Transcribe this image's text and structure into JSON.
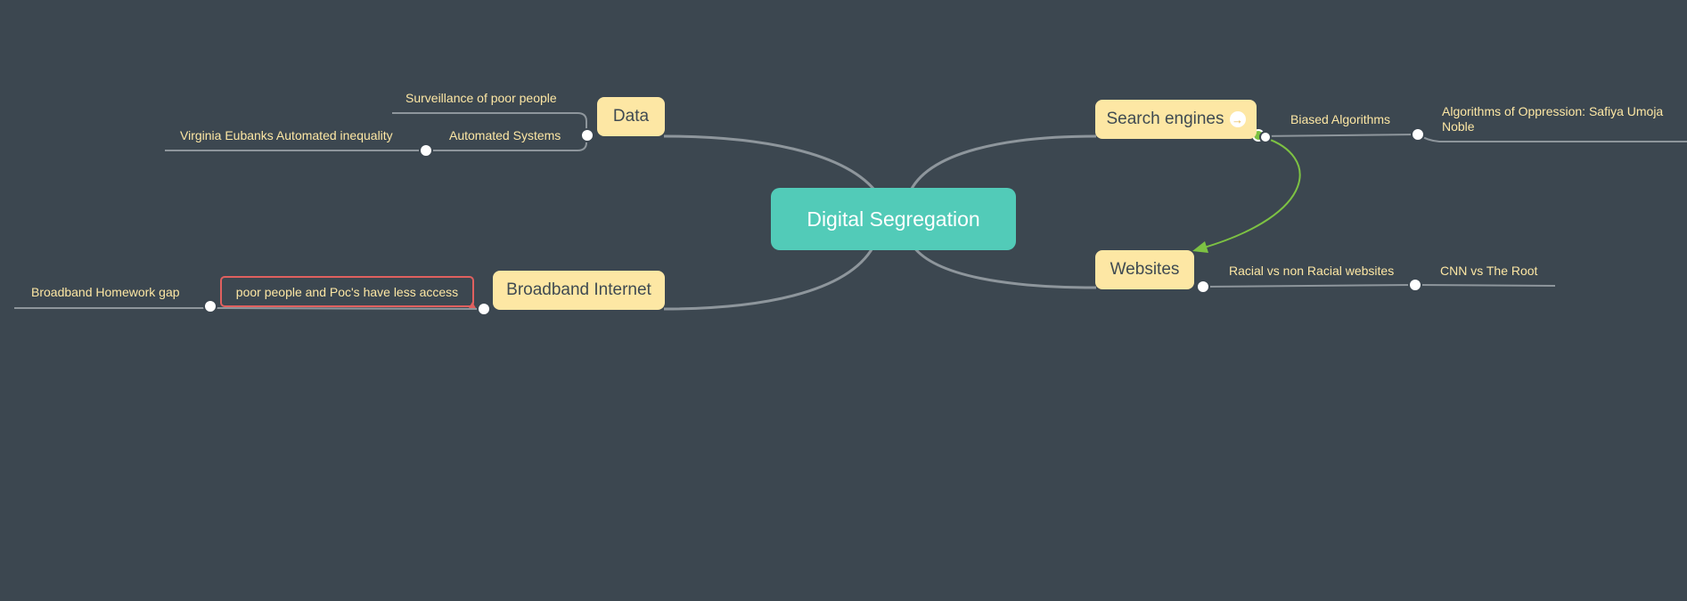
{
  "colors": {
    "background": "#3c4750",
    "central_fill": "#52cbb8",
    "topic_fill": "#fde7a4",
    "leaf_text": "#fde7a4",
    "connector": "#8e969c",
    "relationship": "#7dc243",
    "highlight_border": "#e0605f"
  },
  "central": "Digital Segregation",
  "topics": {
    "data": "Data",
    "broadband": "Broadband Internet",
    "search": "Search engines",
    "websites": "Websites"
  },
  "subtopics": {
    "surveillance": "Surveillance of poor people",
    "automated_systems": "Automated Systems",
    "eubanks": "Virginia Eubanks Automated inequality",
    "poor_access": "poor people and Poc's have less access",
    "homework_gap": "Broadband Homework gap",
    "biased_algorithms": "Biased Algorithms",
    "oppression": "Algorithms of Oppression: Safiya Umoja Noble",
    "racial_sites": "Racial vs non Racial websites",
    "cnn_root": "CNN vs The Root"
  },
  "icons": {
    "search_link": "arrow-right-circle-icon",
    "relationship": "curved-arrow-connector"
  }
}
